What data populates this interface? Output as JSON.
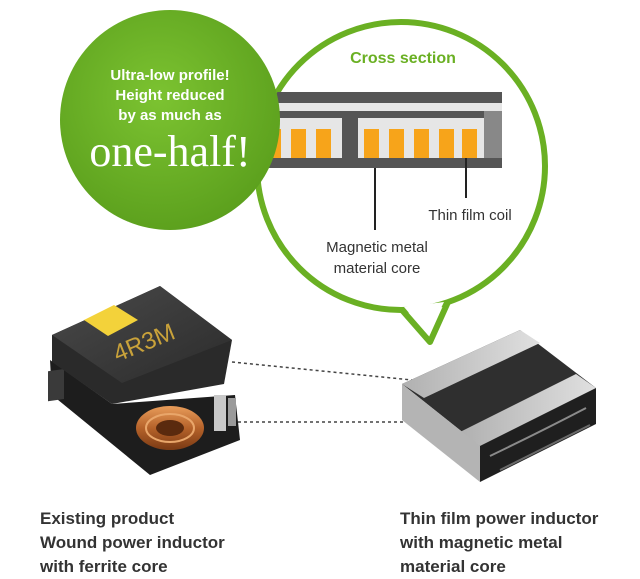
{
  "badge": {
    "line1": "Ultra-low profile!",
    "line2": "Height reduced",
    "line3": "by as much as",
    "emphasis": "one-half!"
  },
  "cross_section": {
    "title": "Cross section",
    "label_coil": "Thin film coil",
    "label_core_line1": "Magnetic metal",
    "label_core_line2": "material core"
  },
  "existing_product": {
    "marking": "4R3M",
    "caption_line1": "Existing product",
    "caption_line2": "Wound power inductor",
    "caption_line3": "with ferrite core"
  },
  "new_product": {
    "caption_line1": "Thin film power inductor",
    "caption_line2": "with magnetic metal",
    "caption_line3": "material core"
  },
  "colors": {
    "green": "#6ab023",
    "coil_orange": "#f7a41a",
    "core_gray": "#555555",
    "text_gray": "#333333"
  }
}
